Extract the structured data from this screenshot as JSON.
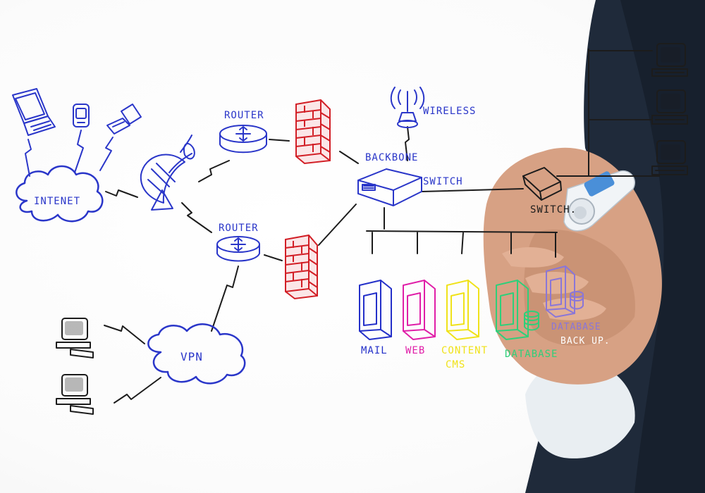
{
  "labels": {
    "internet": "INTENET",
    "router_top": "ROUTER",
    "router_bottom": "ROUTER",
    "wireless": "WIRELESS",
    "backbone": "BACKBONE",
    "backbone_switch": "SWITCH",
    "switch": "SWITCH.",
    "vpn": "VPN",
    "mail": "MAIL",
    "web": "WEB",
    "content": "CONTENT",
    "cms": "CMS",
    "database": "DATABASE",
    "database_backup_1": "DATABASE",
    "database_backup_2": "BACK UP."
  },
  "colors": {
    "ink_blue": "#2a36c9",
    "ink_black": "#1c1c1c",
    "firewall_red": "#d21f26",
    "mail_blue": "#2430c9",
    "web_magenta": "#e01fa8",
    "content_yellow": "#f0e21a",
    "database_green": "#2fcf7a",
    "backup_purple": "#8a76d8",
    "suit_dark": "#1f2a3a",
    "skin": "#d7a184"
  },
  "icons": [
    "laptop-icon",
    "phone-icon",
    "flip-phone-icon",
    "internet-cloud-icon",
    "satellite-dish-icon",
    "router-icon",
    "firewall-icon",
    "wireless-antenna-icon",
    "backbone-switch-icon",
    "switch-icon",
    "vpn-cloud-icon",
    "desktop-computer-icon",
    "server-icon",
    "database-icon",
    "pen-marker-icon"
  ]
}
